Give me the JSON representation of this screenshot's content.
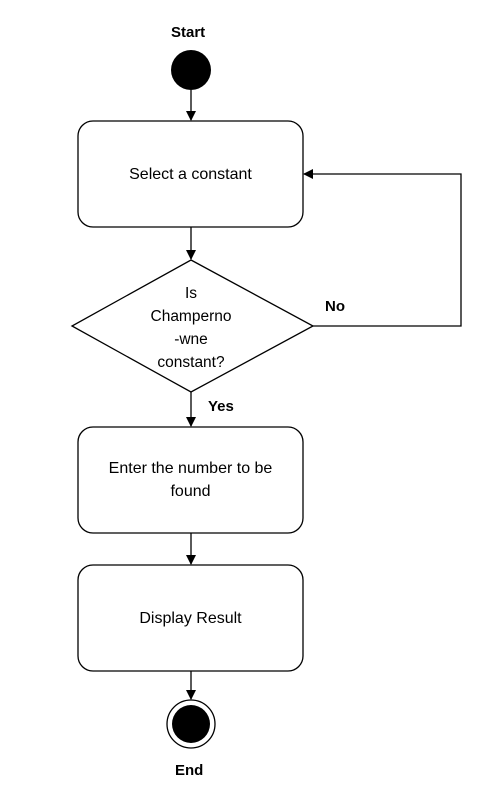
{
  "nodes": {
    "start": {
      "label": "Start"
    },
    "select": {
      "label": "Select a constant"
    },
    "decision": {
      "label": "Is\nChamperno\n-wne\nconstant?"
    },
    "enter": {
      "label": "Enter the  number  to be\nfound"
    },
    "display": {
      "label": "Display Result"
    },
    "end": {
      "label": "End"
    }
  },
  "edges": {
    "no": {
      "label": "No"
    },
    "yes": {
      "label": "Yes"
    }
  },
  "colors": {
    "stroke": "#000000",
    "fill": "#ffffff",
    "node": "#000000"
  }
}
